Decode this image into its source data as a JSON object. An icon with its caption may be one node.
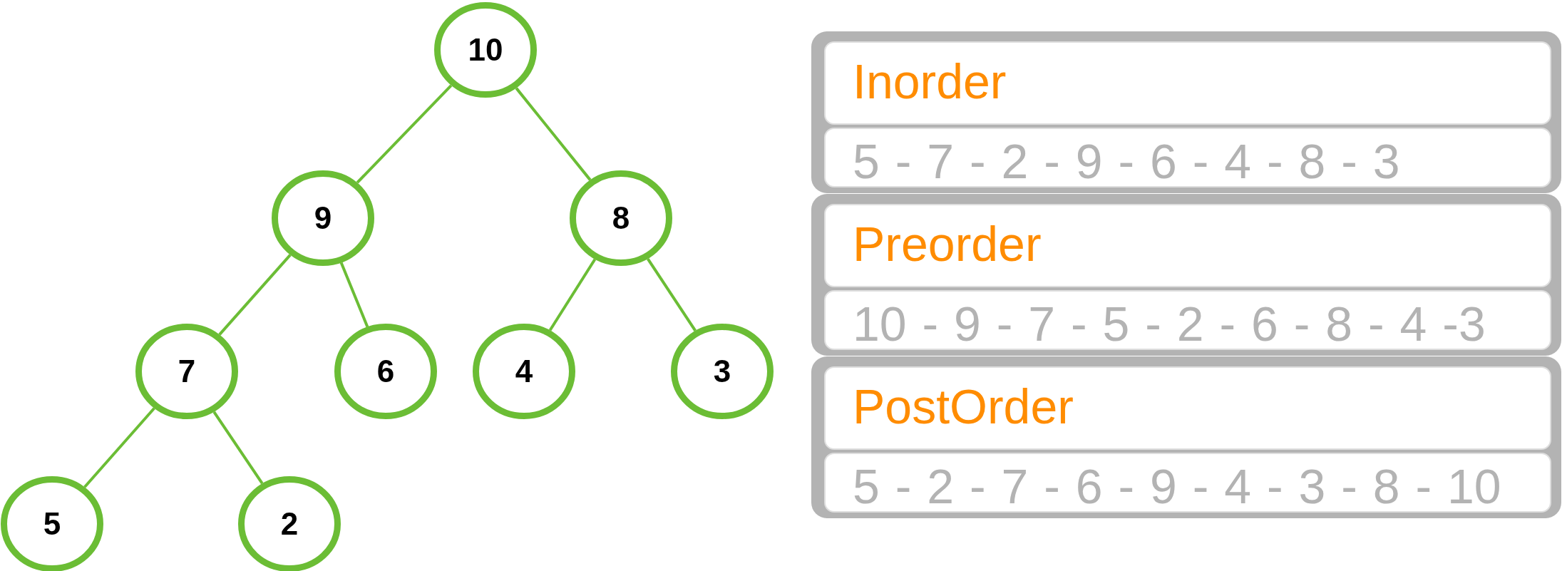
{
  "diagram": {
    "nodes": [
      {
        "text": [
          "10"
        ]
      },
      {
        "text": [
          "9"
        ]
      },
      {
        "text": [
          "8"
        ]
      },
      {
        "text": [
          "7"
        ]
      },
      {
        "text": [
          "6"
        ]
      },
      {
        "text": [
          "4"
        ]
      },
      {
        "text": [
          "3"
        ]
      },
      {
        "text": [
          "5"
        ]
      },
      {
        "text": [
          "2"
        ]
      },
      {
        "text": [],
        "shape": "box"
      },
      {
        "text": [
          "Inorder"
        ],
        "in": 9
      },
      {
        "text": [
          "5 - 7 - 2 - 9 - 6 - 4 - 8 - 3"
        ],
        "in": 9
      },
      {
        "text": [],
        "shape": "box"
      },
      {
        "text": [
          "Preorder"
        ],
        "in": 12
      },
      {
        "text": [
          "10 - 9 - 7 - 5 - 2 - 6 - 8 - 4 -3"
        ],
        "in": 12
      },
      {
        "text": [],
        "shape": "box"
      },
      {
        "text": [
          "PostOrder"
        ],
        "in": 15
      },
      {
        "text": [
          "5 - 2 - 7 - 6 - 9 - 4 - 3 - 8 - 10"
        ],
        "in": 15
      }
    ],
    "edges": [
      {
        "from": 0,
        "to": 1,
        "arrow": "none"
      },
      {
        "from": 0,
        "to": 2,
        "arrow": "none"
      },
      {
        "from": 1,
        "to": 3,
        "arrow": "none"
      },
      {
        "from": 1,
        "to": 4,
        "arrow": "none"
      },
      {
        "from": 2,
        "to": 5,
        "arrow": "none"
      },
      {
        "from": 2,
        "to": 6,
        "arrow": "none"
      },
      {
        "from": 3,
        "to": 7,
        "arrow": "none"
      },
      {
        "from": 3,
        "to": 8,
        "arrow": "none"
      }
    ]
  }
}
